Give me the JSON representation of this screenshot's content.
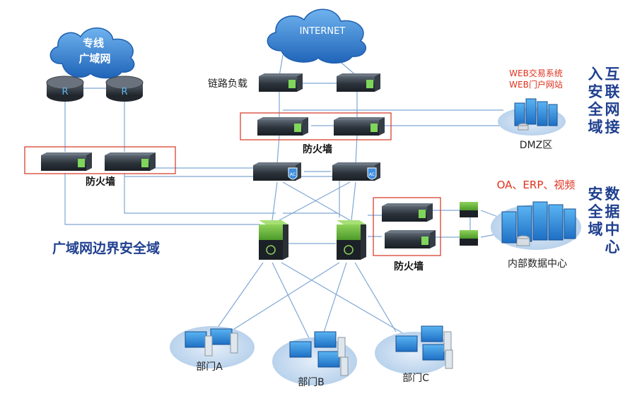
{
  "clouds": {
    "internet": "INTERNET",
    "wan_line1": "专线",
    "wan_line2": "广域网"
  },
  "router_letter": "R",
  "ac_badge": "AC",
  "labels": {
    "load_balancer": "链路负载",
    "firewall_top": "防火墙",
    "firewall_left": "防火墙",
    "firewall_right": "防火墙",
    "web_line1": "WEB交易系统",
    "web_line2": "WEB门户网站",
    "dmz": "DMZ区",
    "services": "OA、ERP、视频",
    "internal_dc": "内部数据中心",
    "wan_boundary": "广域网边界安全域",
    "dept_a": "部门A",
    "dept_b": "部门B",
    "dept_c": "部门C"
  },
  "zones": {
    "internet_access": [
      "互",
      "联",
      "网",
      "接",
      "入",
      "安",
      "全",
      "域"
    ],
    "datacenter": [
      "数",
      "据",
      "中",
      "心",
      "安",
      "全",
      "域"
    ]
  },
  "colors": {
    "line": "#7fa7d4",
    "red_box": "#d9412f",
    "red_text": "#e0301e",
    "zone_blue": "#1f3f8f",
    "cloud": "#2f78c9"
  }
}
